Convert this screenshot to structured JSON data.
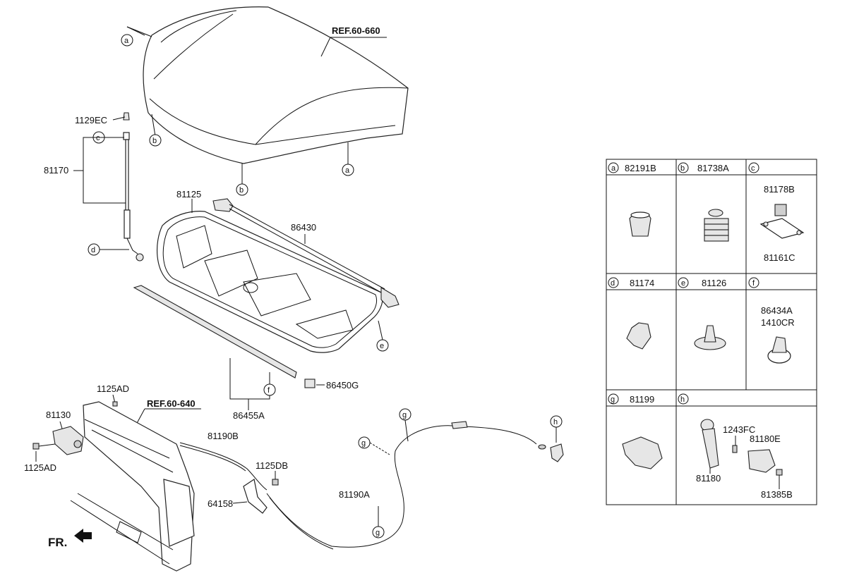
{
  "refs": {
    "hood": "REF.60-660",
    "front_structure": "REF.60-640"
  },
  "direction": {
    "label": "FR."
  },
  "callouts": {
    "a_top": "a",
    "a_hood": "a",
    "b_hood": "b",
    "b_hood2": "b",
    "c_strut": "c",
    "d_strut": "d",
    "e_insulator": "e",
    "f_seal": "f",
    "g1": "g",
    "g2": "g",
    "g3": "g",
    "h_cable": "h"
  },
  "part_numbers": {
    "p1129EC": "1129EC",
    "p81170": "81170",
    "p81125": "81125",
    "p86430": "86430",
    "p86450G": "86450G",
    "p86455A": "86455A",
    "p1125AD_top": "1125AD",
    "p81130": "81130",
    "p1125AD_bottom": "1125AD",
    "p81190B": "81190B",
    "p1125DB": "1125DB",
    "p64158": "64158",
    "p81190A": "81190A"
  },
  "legend": {
    "cells": [
      {
        "letter": "a",
        "parts": [
          "82191B"
        ]
      },
      {
        "letter": "b",
        "parts": [
          "81738A"
        ]
      },
      {
        "letter": "c",
        "parts": [
          "81178B",
          "81161C"
        ]
      },
      {
        "letter": "d",
        "parts": [
          "81174"
        ]
      },
      {
        "letter": "e",
        "parts": [
          "81126"
        ]
      },
      {
        "letter": "f",
        "parts": [
          "86434A",
          "1410CR"
        ]
      },
      {
        "letter": "g",
        "parts": [
          "81199"
        ]
      },
      {
        "letter": "h",
        "parts": [
          "1243FC",
          "81180E",
          "81180",
          "81385B"
        ]
      }
    ]
  }
}
